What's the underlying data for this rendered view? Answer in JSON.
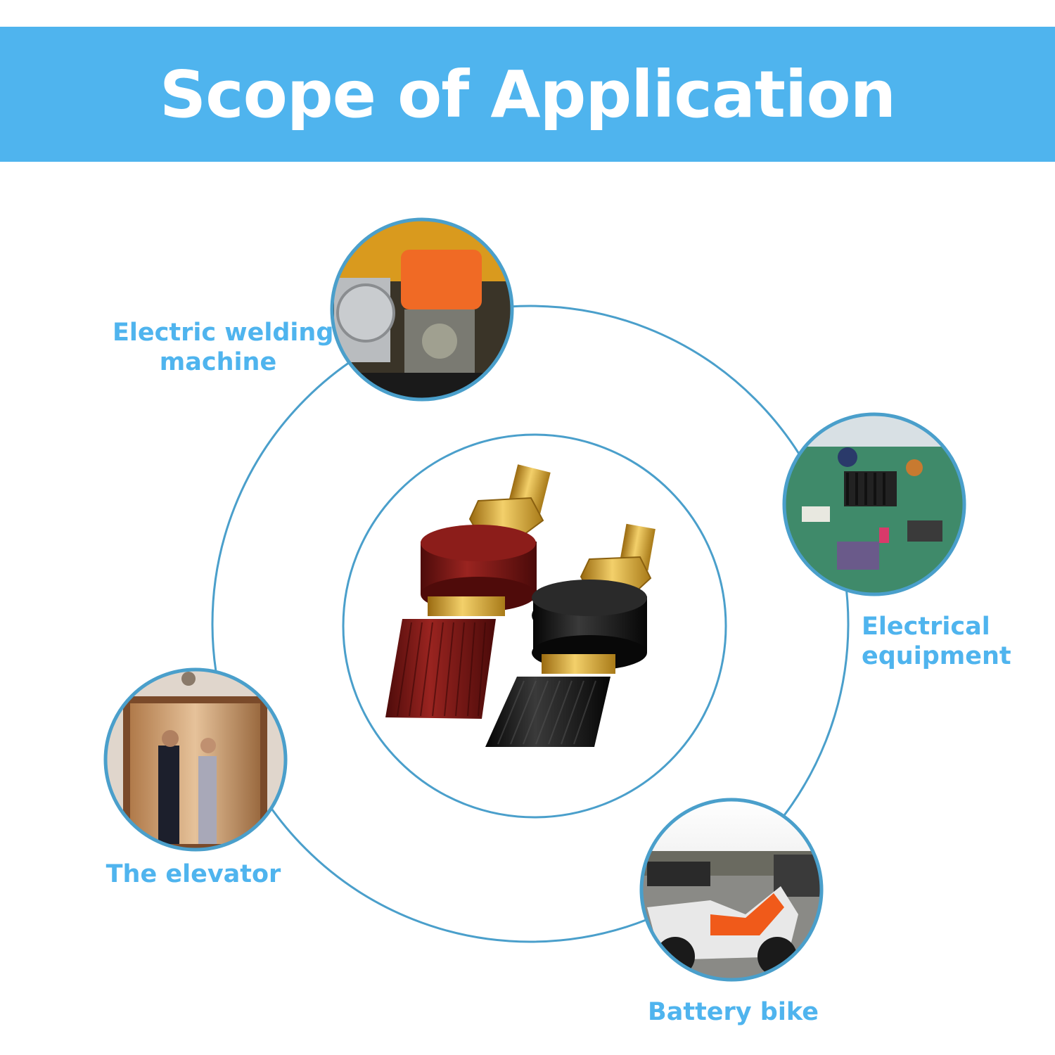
{
  "title": "Scope of Application",
  "center_product": "binding-post-terminals-red-black",
  "applications": [
    {
      "label_line1": "Electric welding",
      "label_line2": "machine",
      "image": "generator-engine"
    },
    {
      "label_line1": "Electrical",
      "label_line2": "equipment",
      "image": "circuit-board"
    },
    {
      "label_line1": "The elevator",
      "image": "elevator"
    },
    {
      "label_line1": "Battery bike",
      "image": "motorcycles"
    }
  ],
  "colors": {
    "accent": "#4fb4ee",
    "ring": "#4a9fcb",
    "red_terminal": "#7a1614",
    "black_terminal": "#151515",
    "brass": "#d6a92e"
  }
}
